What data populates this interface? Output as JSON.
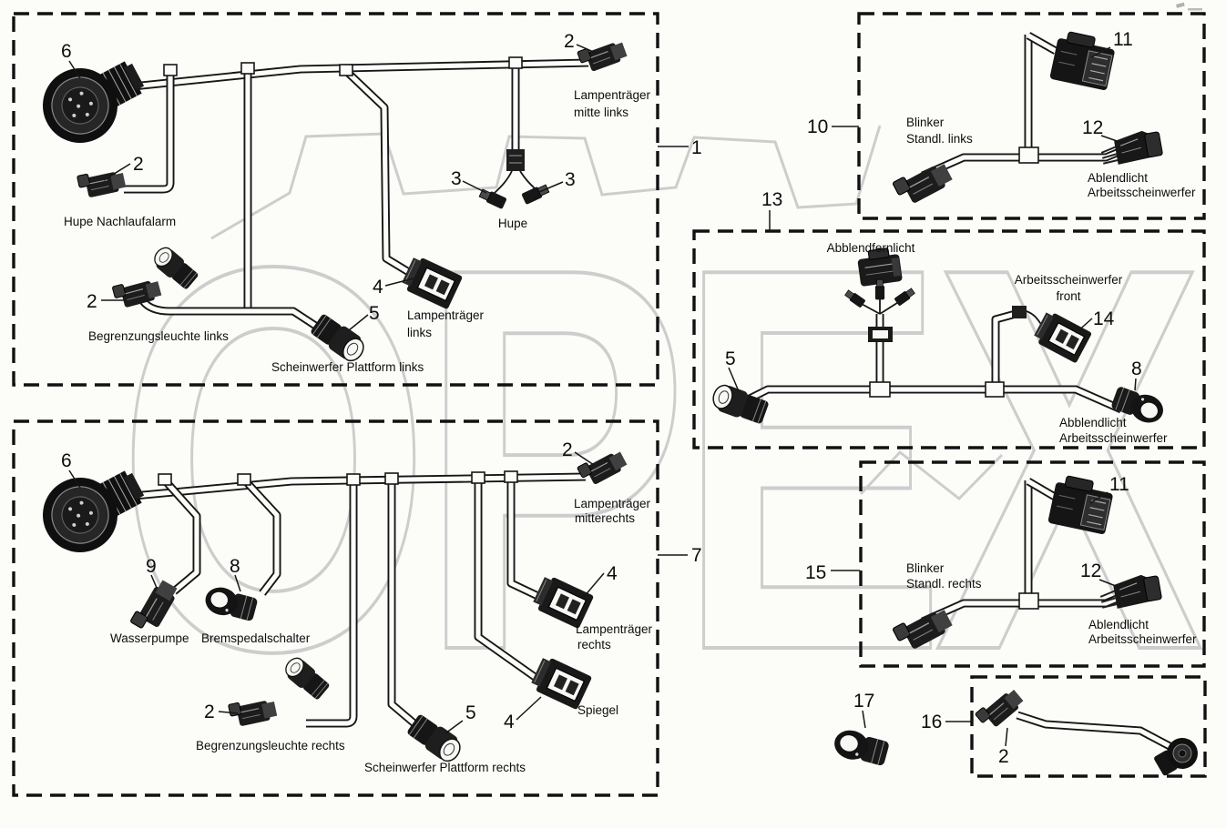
{
  "watermark": {
    "text": "OPEX"
  },
  "harness_top_left": {
    "ref": "1",
    "connector_6": "6",
    "hupe_nachlauf_ref": "2",
    "hupe_nachlaufalarm": "Hupe Nachlaufalarm",
    "begrenzung_ref": "2",
    "begrenzungsleuchte_links": "Begrenzungsleuchte links",
    "plattform_ref": "5",
    "scheinwerfer_plattform_links": "Scheinwerfer Plattform links",
    "lampentraeger_ref": "4",
    "lampentraeger_line1": "Lampenträger",
    "lampentraeger_line2": "links",
    "hupe_ref_left": "3",
    "hupe_ref_right": "3",
    "hupe": "Hupe",
    "mitte_ref": "2",
    "mitte_line1": "Lampenträger",
    "mitte_line2": "mitte links"
  },
  "harness_bottom_left": {
    "ref": "7",
    "connector_6": "6",
    "wasserpumpe_ref": "9",
    "wasserpumpe": "Wasserpumpe",
    "bremspedal_ref": "8",
    "bremspedalschalter": "Bremspedalschalter",
    "begrenzung_ref": "2",
    "begrenzungsleuchte_rechts": "Begrenzungsleuchte rechts",
    "plattform_ref": "5",
    "scheinwerfer_plattform_rechts": "Scheinwerfer Plattform rechts",
    "lampentraeger_ref": "4",
    "lampentraeger_line1": "Lampenträger",
    "lampentraeger_line2": "rechts",
    "spiegel_ref": "4",
    "spiegel": "Spiegel",
    "mitte_ref": "2",
    "mitte_line1": "Lampenträger",
    "mitte_line2": "mitterechts"
  },
  "blinker_links": {
    "ref": "10",
    "conn11_ref": "11",
    "conn12_ref": "12",
    "label_line1": "Blinker",
    "label_line2": "Standl. links",
    "ablendlicht_line1": "Ablendlicht",
    "ablendlicht_line2": "Arbeitsscheinwerfer"
  },
  "blinker_rechts": {
    "ref": "15",
    "conn11_ref": "11",
    "conn12_ref": "12",
    "label_line1": "Blinker",
    "label_line2": "Standl. rechts",
    "ablendlicht_line1": "Ablendlicht",
    "ablendlicht_line2": "Arbeitsscheinwerfer"
  },
  "harness_front": {
    "ref": "13",
    "abblendfernlicht": "Abblendfernlicht",
    "links_ref": "5",
    "arbeitsscheinwerfer_front_line1": "Arbeitsscheinwerfer",
    "arbeitsscheinwerfer_front_line2": "front",
    "front_ref": "14",
    "rechts_ref": "8",
    "abblendlicht_line1": "Abblendlicht",
    "abblendlicht_line2": "Arbeitsscheinwerfer"
  },
  "adapter": {
    "ref": "16",
    "loose_ref": "17",
    "conn2_ref": "2"
  }
}
